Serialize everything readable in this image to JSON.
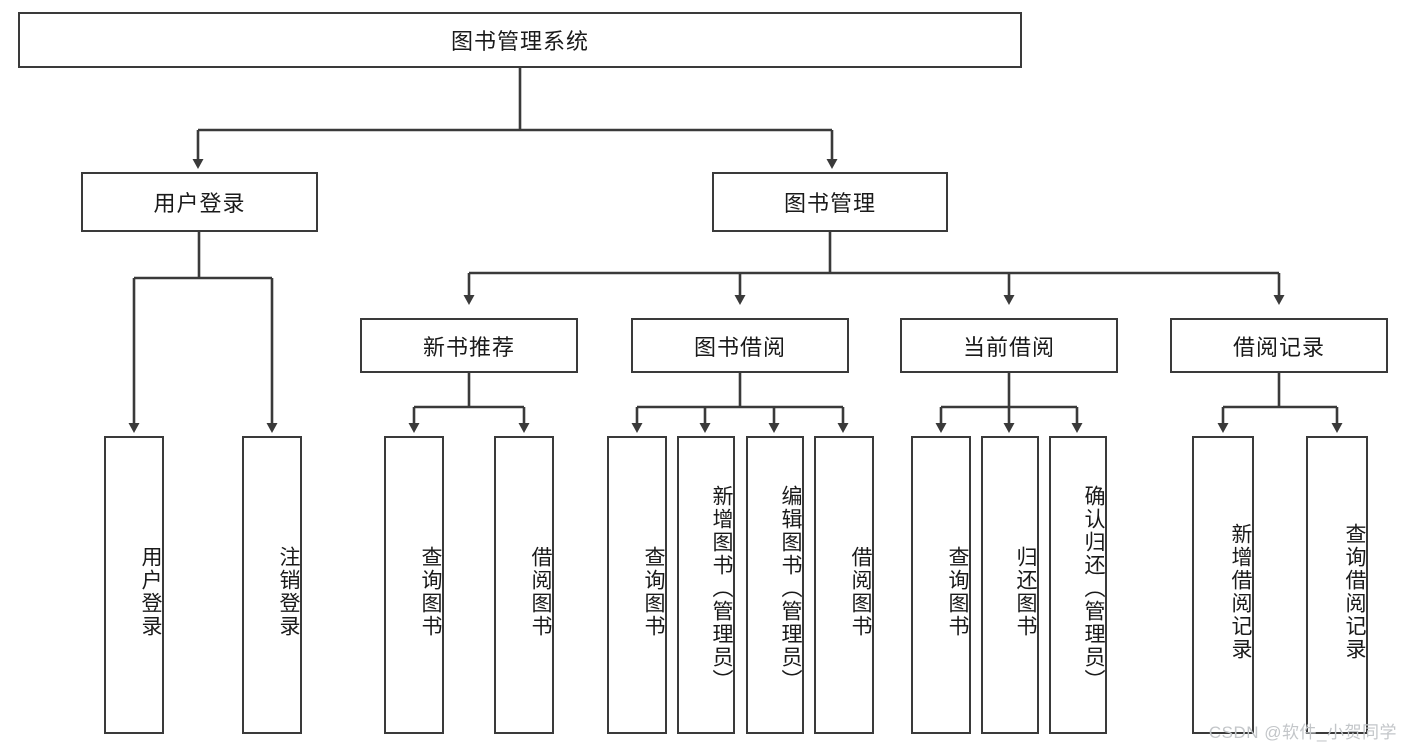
{
  "diagram": {
    "title": "图书管理系统",
    "type": "hierarchy-tree",
    "root": {
      "label": "图书管理系统"
    },
    "level2": [
      {
        "label": "用户登录"
      },
      {
        "label": "图书管理"
      }
    ],
    "level3": [
      {
        "label": "新书推荐"
      },
      {
        "label": "图书借阅"
      },
      {
        "label": "当前借阅"
      },
      {
        "label": "借阅记录"
      }
    ],
    "leaves": [
      {
        "label": "用户登录",
        "parent": "用户登录"
      },
      {
        "label": "注销登录",
        "parent": "用户登录"
      },
      {
        "label": "查询图书",
        "parent": "新书推荐"
      },
      {
        "label": "借阅图书",
        "parent": "新书推荐"
      },
      {
        "label": "查询图书",
        "parent": "图书借阅"
      },
      {
        "label": "新增图书（管理员）",
        "parent": "图书借阅"
      },
      {
        "label": "编辑图书（管理员）",
        "parent": "图书借阅"
      },
      {
        "label": "借阅图书",
        "parent": "图书借阅"
      },
      {
        "label": "查询图书",
        "parent": "当前借阅"
      },
      {
        "label": "归还图书",
        "parent": "当前借阅"
      },
      {
        "label": "确认归还（管理员）",
        "parent": "当前借阅"
      },
      {
        "label": "新增借阅记录",
        "parent": "借阅记录"
      },
      {
        "label": "查询借阅记录",
        "parent": "借阅记录"
      }
    ]
  },
  "watermark": {
    "text": "CSDN @软件_小贺同学"
  },
  "colors": {
    "stroke": "#3a3a3a",
    "fill": "#ffffff",
    "text": "#1a1a1a",
    "watermark": "#c3c6c9"
  }
}
